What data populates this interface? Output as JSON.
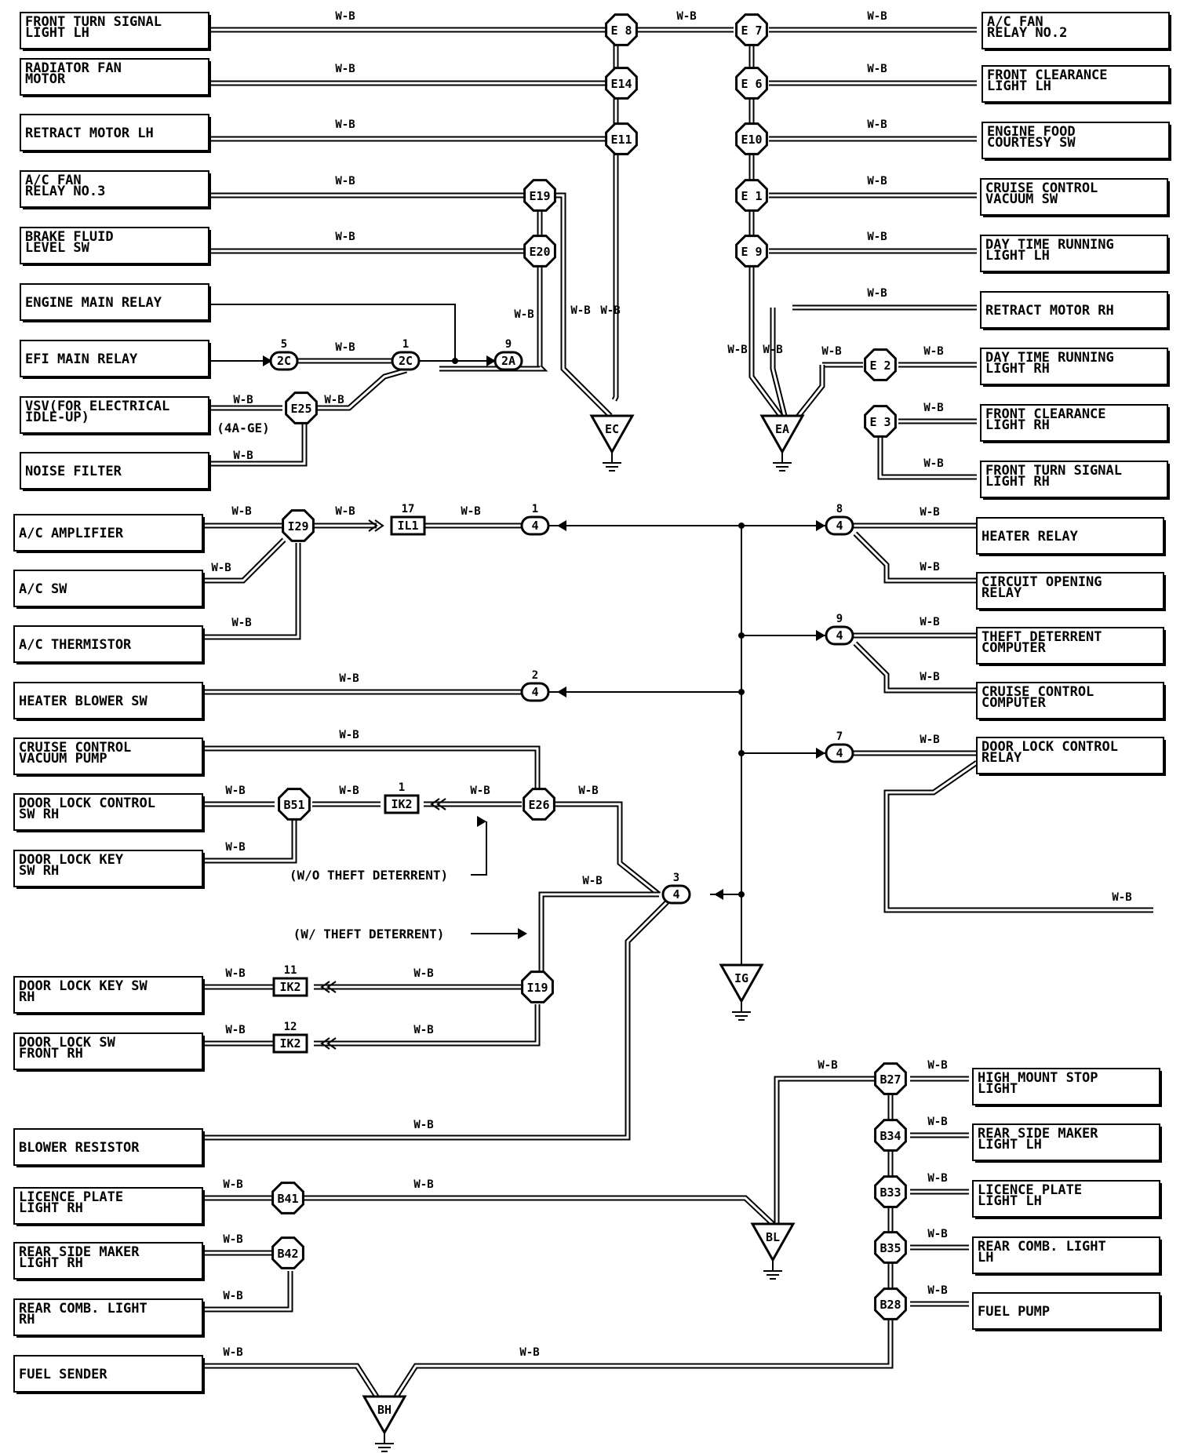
{
  "wire_code": "W-B",
  "components_left": [
    {
      "id": "front_turn_signal_lh",
      "lines": [
        "FRONT TURN SIGNAL",
        "LIGHT LH"
      ]
    },
    {
      "id": "radiator_fan_motor",
      "lines": [
        "RADIATOR FAN",
        "MOTOR"
      ]
    },
    {
      "id": "retract_motor_lh",
      "lines": [
        "RETRACT MOTOR LH"
      ]
    },
    {
      "id": "ac_fan_relay_3",
      "lines": [
        "A/C FAN",
        "RELAY NO.3"
      ]
    },
    {
      "id": "brake_fluid_level_sw",
      "lines": [
        "BRAKE FLUID",
        "LEVEL SW"
      ]
    },
    {
      "id": "engine_main_relay",
      "lines": [
        "ENGINE MAIN RELAY"
      ]
    },
    {
      "id": "efi_main_relay",
      "lines": [
        "EFI MAIN RELAY"
      ]
    },
    {
      "id": "vsv",
      "lines": [
        "VSV(FOR ELECTRICAL",
        "IDLE-UP)"
      ]
    },
    {
      "id": "noise_filter",
      "lines": [
        "NOISE FILTER"
      ]
    },
    {
      "id": "ac_amplifier",
      "lines": [
        "A/C AMPLIFIER"
      ]
    },
    {
      "id": "ac_sw",
      "lines": [
        "A/C SW"
      ]
    },
    {
      "id": "ac_thermistor",
      "lines": [
        "A/C THERMISTOR"
      ]
    },
    {
      "id": "heater_blower_sw",
      "lines": [
        "HEATER BLOWER SW"
      ]
    },
    {
      "id": "cruise_control_vacuum_pump",
      "lines": [
        "CRUISE CONTROL",
        "VACUUM PUMP"
      ]
    },
    {
      "id": "door_lock_control_sw_rh",
      "lines": [
        "DOOR LOCK CONTROL",
        "SW RH"
      ]
    },
    {
      "id": "door_lock_key_sw_rh_1",
      "lines": [
        "DOOR LOCK KEY",
        "SW RH"
      ]
    },
    {
      "id": "door_lock_key_sw_rh_2",
      "lines": [
        "DOOR LOCK KEY SW",
        "RH"
      ]
    },
    {
      "id": "door_lock_sw_front_rh",
      "lines": [
        "DOOR LOCK SW",
        "FRONT RH"
      ]
    },
    {
      "id": "blower_resistor",
      "lines": [
        "BLOWER RESISTOR"
      ]
    },
    {
      "id": "licence_plate_light_rh",
      "lines": [
        "LICENCE PLATE",
        "LIGHT RH"
      ]
    },
    {
      "id": "rear_side_maker_light_rh",
      "lines": [
        "REAR SIDE MAKER",
        "LIGHT RH"
      ]
    },
    {
      "id": "rear_comb_light_rh",
      "lines": [
        "REAR COMB. LIGHT",
        "RH"
      ]
    },
    {
      "id": "fuel_sender",
      "lines": [
        "FUEL SENDER"
      ]
    }
  ],
  "components_right": [
    {
      "id": "ac_fan_relay_2",
      "lines": [
        "A/C FAN",
        "RELAY NO.2"
      ]
    },
    {
      "id": "front_clearance_lh",
      "lines": [
        "FRONT CLEARANCE",
        "LIGHT LH"
      ]
    },
    {
      "id": "engine_food_courtesy_sw",
      "lines": [
        "ENGINE FOOD",
        "COURTESY SW"
      ]
    },
    {
      "id": "cruise_control_vacuum_sw",
      "lines": [
        "CRUISE CONTROL",
        "VACUUM SW"
      ]
    },
    {
      "id": "drl_lh",
      "lines": [
        "DAY TIME RUNNING",
        "LIGHT LH"
      ]
    },
    {
      "id": "retract_motor_rh",
      "lines": [
        "RETRACT MOTOR RH"
      ]
    },
    {
      "id": "drl_rh",
      "lines": [
        "DAY TIME RUNNING",
        "LIGHT RH"
      ]
    },
    {
      "id": "front_clearance_rh",
      "lines": [
        "FRONT CLEARANCE",
        "LIGHT RH"
      ]
    },
    {
      "id": "front_turn_signal_rh",
      "lines": [
        "FRONT TURN SIGNAL",
        "LIGHT RH"
      ]
    },
    {
      "id": "heater_relay",
      "lines": [
        "HEATER RELAY"
      ]
    },
    {
      "id": "circuit_opening_relay",
      "lines": [
        "CIRCUIT OPENING",
        "RELAY"
      ]
    },
    {
      "id": "theft_deterrent_computer",
      "lines": [
        "THEFT DETERRENT",
        "COMPUTER"
      ]
    },
    {
      "id": "cruise_control_computer",
      "lines": [
        "CRUISE CONTROL",
        "COMPUTER"
      ]
    },
    {
      "id": "door_lock_control_relay",
      "lines": [
        "DOOR LOCK CONTROL",
        "RELAY"
      ]
    },
    {
      "id": "high_mount_stop_light",
      "lines": [
        "HIGH MOUNT STOP",
        "LIGHT"
      ]
    },
    {
      "id": "rear_side_maker_light_lh",
      "lines": [
        "REAR SIDE MAKER",
        "LIGHT LH"
      ]
    },
    {
      "id": "licence_plate_light_lh",
      "lines": [
        "LICENCE PLATE",
        "LIGHT LH"
      ]
    },
    {
      "id": "rear_comb_light_lh",
      "lines": [
        "REAR COMB. LIGHT",
        "LH"
      ]
    },
    {
      "id": "fuel_pump",
      "lines": [
        "FUEL PUMP"
      ]
    }
  ],
  "splices": [
    "E 8",
    "E14",
    "E11",
    "E19",
    "E20",
    "E25",
    "E 7",
    "E 6",
    "E10",
    "E 1",
    "E 9",
    "E 2",
    "E 3",
    "I29",
    "E26",
    "B51",
    "I19",
    "B27",
    "B34",
    "B33",
    "B35",
    "B28",
    "B41",
    "B42"
  ],
  "connectors": [
    {
      "pin": "5",
      "name": "2C"
    },
    {
      "pin": "1",
      "name": "2C"
    },
    {
      "pin": "9",
      "name": "2A"
    },
    {
      "pin": "1",
      "name": "4"
    },
    {
      "pin": "2",
      "name": "4"
    },
    {
      "pin": "3",
      "name": "4"
    },
    {
      "pin": "8",
      "name": "4"
    },
    {
      "pin": "9",
      "name": "4"
    },
    {
      "pin": "7",
      "name": "4"
    }
  ],
  "boxed_connectors": [
    {
      "pin": "17",
      "name": "IL1"
    },
    {
      "pin": "1",
      "name": "IK2"
    },
    {
      "pin": "11",
      "name": "IK2"
    },
    {
      "pin": "12",
      "name": "IK2"
    }
  ],
  "grounds": [
    "EC",
    "EA",
    "IG",
    "BL",
    "BH"
  ],
  "notes": {
    "engine_variant": "(4A-GE)",
    "without_theft": "(W/O THEFT DETERRENT)",
    "with_theft": "(W/ THEFT DETERRENT)"
  }
}
